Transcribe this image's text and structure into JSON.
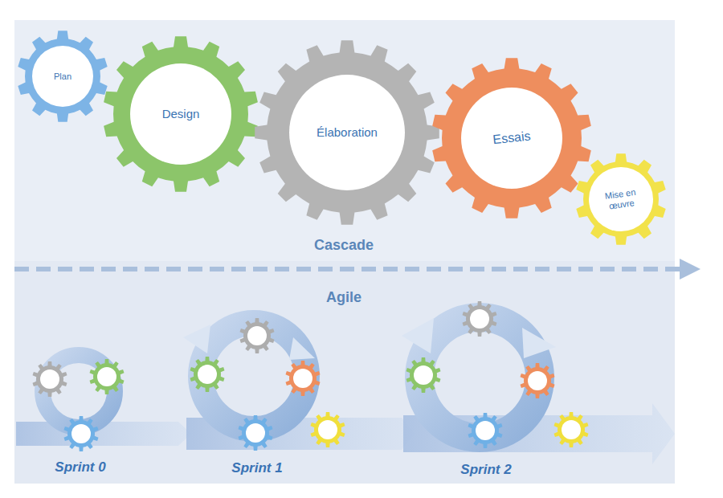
{
  "diagram": {
    "nodes": [
      {
        "text": [
          "Plan"
        ]
      },
      {
        "text": [
          "Design"
        ]
      },
      {
        "text": [
          "Élaboration"
        ]
      },
      {
        "text": [
          "Essais"
        ]
      },
      {
        "text": [
          "Mise en œuvre"
        ]
      }
    ],
    "labels": [
      "Cascade",
      "Agile",
      "Sprint 0",
      "Sprint 1",
      "Sprint 2"
    ]
  }
}
